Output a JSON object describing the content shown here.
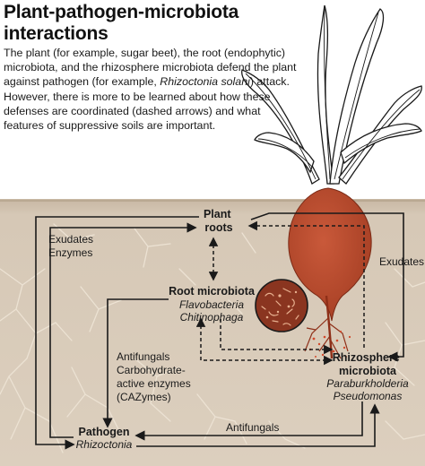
{
  "figure": {
    "title_line1": "Plant-pathogen-microbiota",
    "title_line2": "interactions",
    "description": {
      "part1": "The plant (for example, sugar beet), the root (endophytic) microbiota, and the rhizosphere microbiota defend the plant against pathogen (for example, ",
      "italic": "Rhizoctonia solani",
      "part2": ") attack. However, there is more to be learned about how these defenses are coordinated (dashed arrows) and what features of suppressive soils are important."
    }
  },
  "nodes": {
    "plant_roots": {
      "line1": "Plant",
      "line2": "roots"
    },
    "root_microbiota": {
      "title": "Root microbiota",
      "taxon1": "Flavobacteria",
      "taxon2": "Chitinophaga"
    },
    "rhizosphere_microbiota": {
      "line1": "Rhizosphere",
      "line2": "microbiota",
      "taxon1": "Paraburkholderia",
      "taxon2": "Pseudomonas"
    },
    "pathogen": {
      "title": "Pathogen",
      "taxon": "Rhizoctonia"
    }
  },
  "labels": {
    "exudates_enzymes_line1": "Exudates",
    "exudates_enzymes_line2": "Enzymes",
    "exudates_right": "Exudates",
    "antifungals_block": [
      "Antifungals",
      "Carbohydrate-",
      "active enzymes",
      "(CAZymes)"
    ],
    "antifungals_bottom": "Antifungals"
  },
  "colors": {
    "soil": "#d3c5b3",
    "soil_dark": "#c5b5a1",
    "beet": "#bd4d2f",
    "beet_dark": "#8e2f18",
    "root_cell": "#8a3520",
    "ink": "#1a1a1a"
  }
}
